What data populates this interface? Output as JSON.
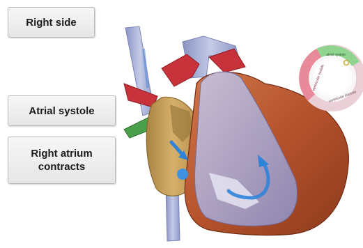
{
  "labels": {
    "side": "Right side",
    "phase": "Atrial systole",
    "action_line1": "Right atrium",
    "action_line2": "contracts"
  },
  "cycle_indicator": {
    "segments": [
      {
        "text": "atrial systole",
        "color": "#8fd48f"
      },
      {
        "text": "ventricular systole",
        "color": "#e98a9a"
      },
      {
        "text": "ventricular diastole",
        "color": "#ead0d6"
      }
    ],
    "active_segment": "atrial systole"
  },
  "colors": {
    "ventricle": "#b8562e",
    "atrium": "#c6a15c",
    "vessel": "#9aa6cf",
    "artery": "#c8323a",
    "blood_flow_arrow": "#2f83d8"
  }
}
